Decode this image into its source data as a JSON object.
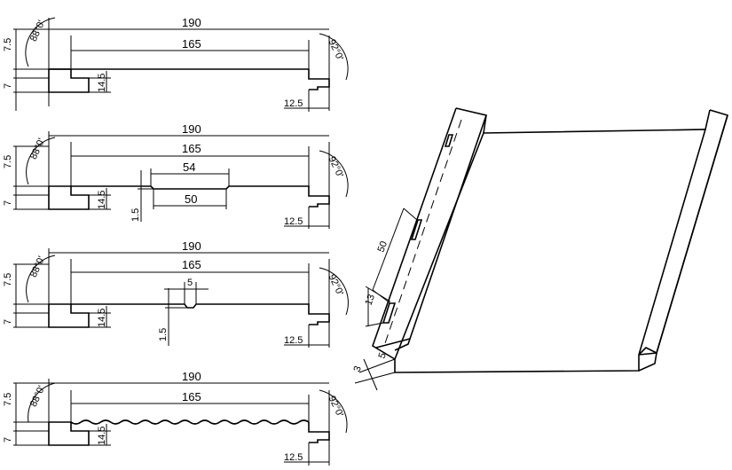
{
  "profiles": [
    {
      "variant": "flat",
      "dims": {
        "overall": "190",
        "inner": "165",
        "left_angle": "88°0'",
        "right_angle": "92°0'",
        "left_top": "7.5",
        "left_bottom": "7",
        "hook": "14.5",
        "right_hook": "12.5"
      }
    },
    {
      "variant": "center-stiffener",
      "dims": {
        "overall": "190",
        "inner": "165",
        "left_angle": "88°0'",
        "right_angle": "92°0'",
        "left_top": "7.5",
        "left_bottom": "7",
        "hook": "14.5",
        "right_hook": "12.5",
        "groove_outer": "54",
        "groove_inner": "50",
        "groove_depth": "1.5"
      }
    },
    {
      "variant": "center-v-groove",
      "dims": {
        "overall": "190",
        "inner": "165",
        "left_angle": "88°0'",
        "right_angle": "92°0'",
        "left_top": "7.5",
        "left_bottom": "7",
        "hook": "14.5",
        "right_hook": "12.5",
        "groove_width": "5",
        "groove_depth": "1.5"
      }
    },
    {
      "variant": "corrugated",
      "dims": {
        "overall": "190",
        "inner": "165",
        "left_angle": "88°0'",
        "right_angle": "92°0'",
        "left_top": "7.5",
        "left_bottom": "7",
        "hook": "14.5",
        "right_hook": "12.5"
      }
    }
  ],
  "iso": {
    "slot_spacing": "50",
    "slot_length": "13",
    "edge_offset": "5",
    "slot_width": "3"
  }
}
